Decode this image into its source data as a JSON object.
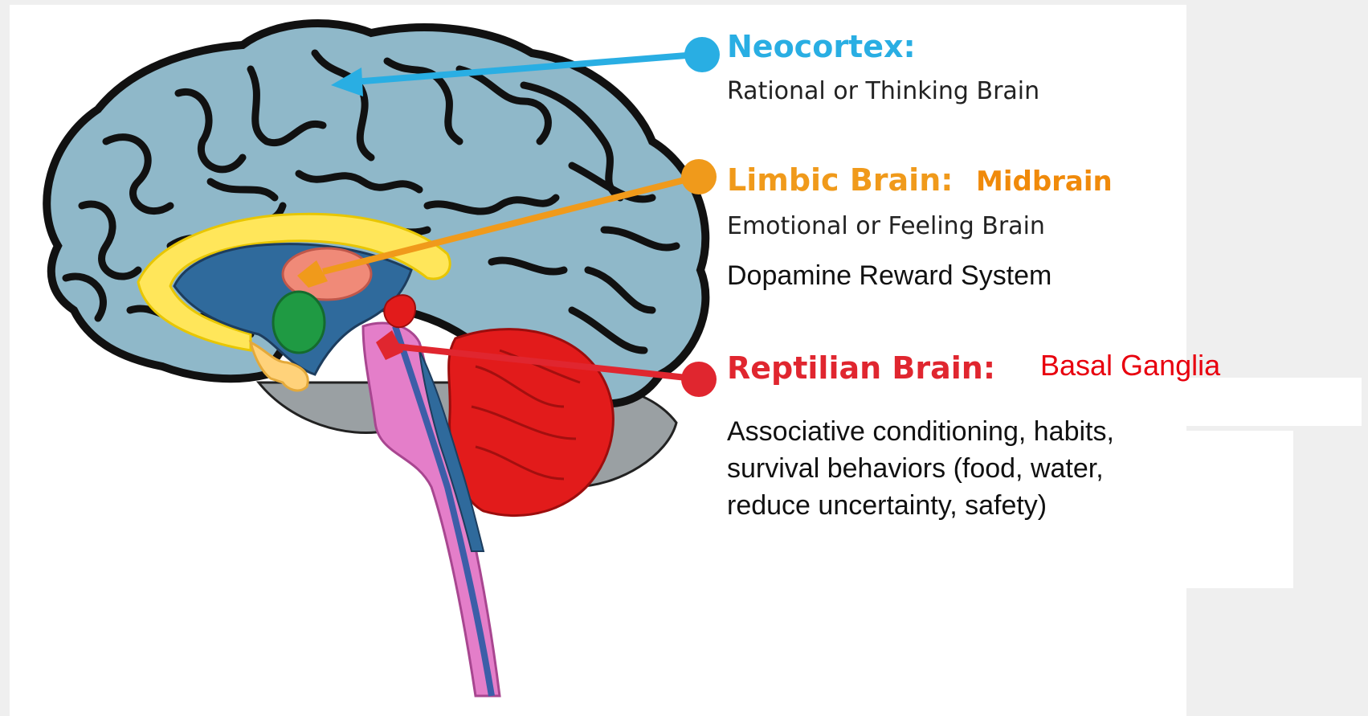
{
  "colors": {
    "neocortex": "#29aee3",
    "limbic": "#f09a1b",
    "midbrain": "#f08a0a",
    "reptilian": "#e0262f",
    "basal_ganglia": "#e8000e",
    "cortex_fill": "#8fb8c9",
    "cortex_outline": "#111111",
    "cerebellum": "#e21b1b",
    "brainstem": "#e47ec9",
    "limbic_yellow": "#ffe65a",
    "limbic_blue": "#2f6a9c",
    "limbic_green": "#1f9a43",
    "limbic_salmon": "#f08a78",
    "base_gray": "#9aa0a3"
  },
  "labels": {
    "neocortex": {
      "title": "Neocortex:",
      "subtitle": "Rational or Thinking Brain"
    },
    "limbic": {
      "title": "Limbic Brain:",
      "highlight": "Midbrain",
      "subtitle": "Emotional or Feeling Brain",
      "note": "Dopamine Reward System"
    },
    "reptilian": {
      "title": "Reptilian Brain:",
      "highlight": "Basal Ganglia",
      "description": [
        "Associative conditioning, habits,",
        "survival behaviors (food, water,",
        "reduce uncertainty, safety)"
      ]
    }
  }
}
